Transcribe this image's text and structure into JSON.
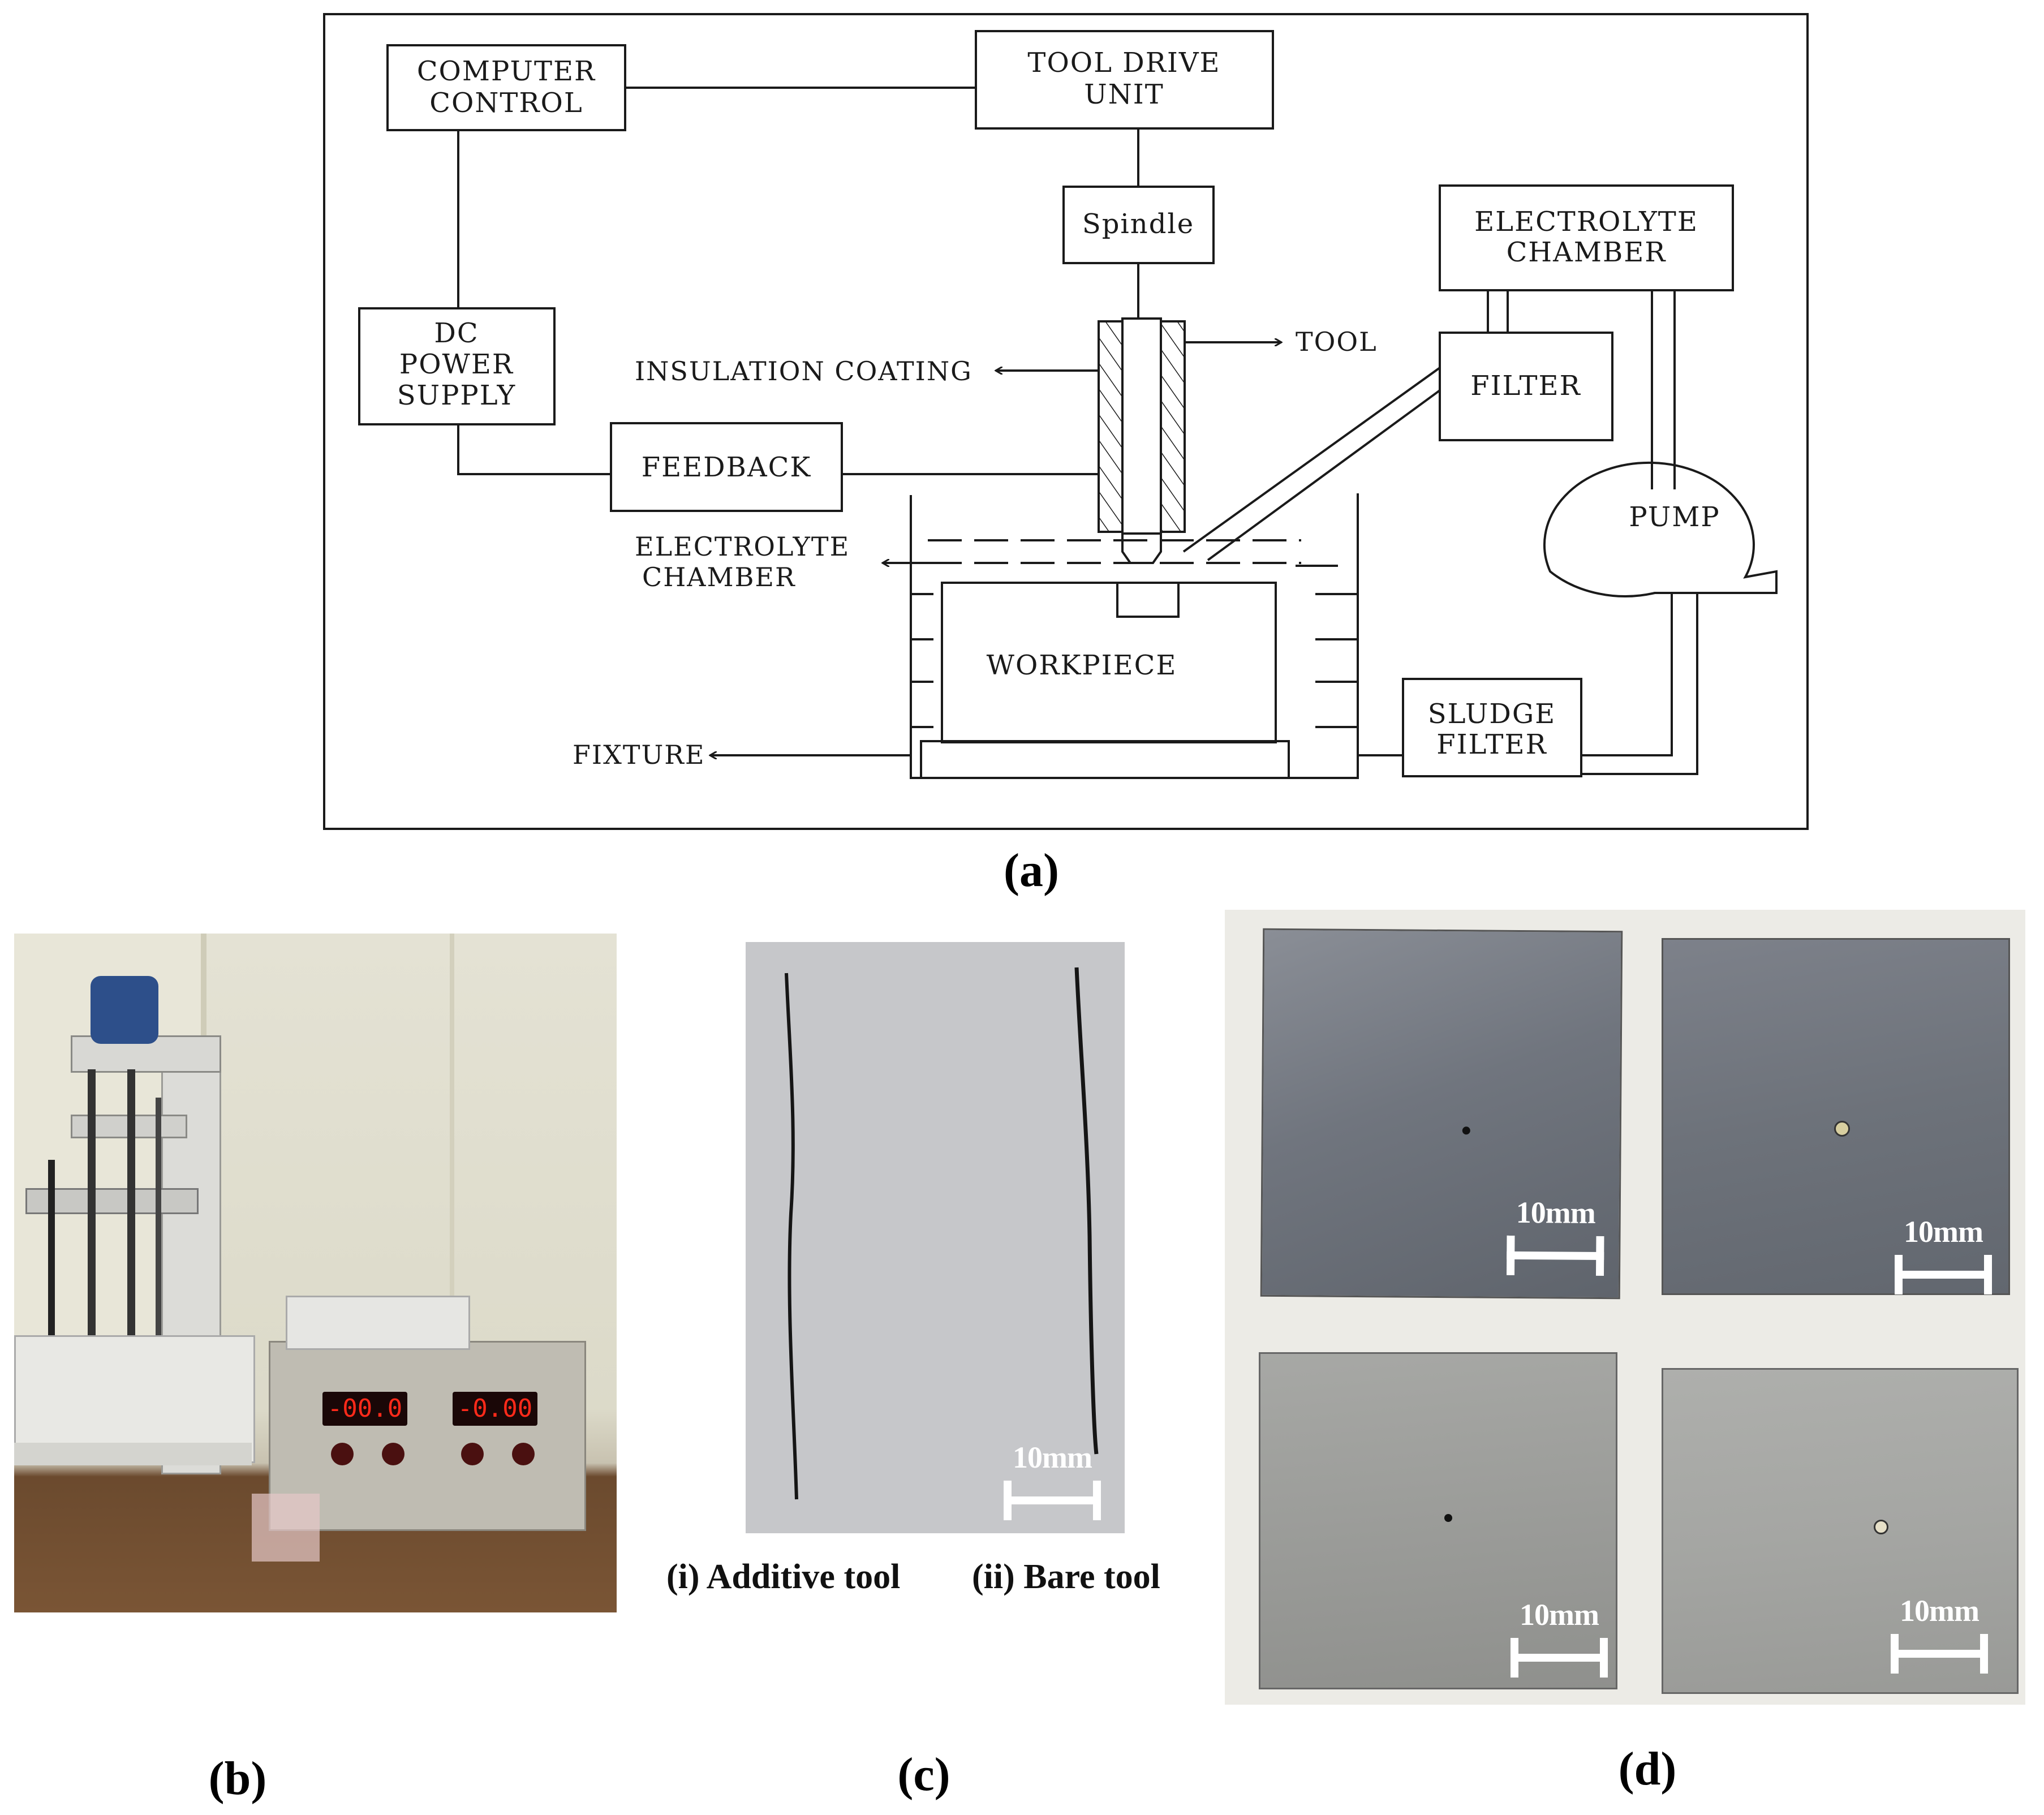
{
  "diagram": {
    "blocks": {
      "computer_control": [
        "COMPUTER",
        "CONTROL"
      ],
      "tool_drive_unit": [
        "TOOL DRIVE",
        "UNIT"
      ],
      "spindle": "Spindle",
      "electrolyte_chamber_top": [
        "ELECTROLYTE",
        "CHAMBER"
      ],
      "dc_power_supply": [
        "DC",
        "POWER",
        "SUPPLY"
      ],
      "filter": "FILTER",
      "feedback": "FEEDBACK",
      "pump": "PUMP",
      "workpiece": "WORKPIECE",
      "sludge_filter": [
        "SLUDGE",
        "FILTER"
      ]
    },
    "labels": {
      "tool": "TOOL",
      "insulation_coating": "INSULATION COATING",
      "electrolyte_chamber": [
        "ELECTROLYTE",
        "CHAMBER"
      ],
      "fixture": "FIXTURE"
    }
  },
  "panels": {
    "a": "(a)",
    "b": "(b)",
    "c": "(c)",
    "d": "(d)"
  },
  "panel_c": {
    "tool_i": "(i) Additive tool",
    "tool_ii": "(ii) Bare tool"
  },
  "scale_bars": {
    "c": "10mm",
    "d_top_left": "10mm",
    "d_top_right": "10mm",
    "d_bottom_left": "10mm",
    "d_bottom_right": "10mm"
  },
  "power_supply_display": {
    "left": "-00.0",
    "right": "-0.00"
  },
  "colors": {
    "line": "#1a1a1a",
    "display_red": "#ff2a1a"
  }
}
